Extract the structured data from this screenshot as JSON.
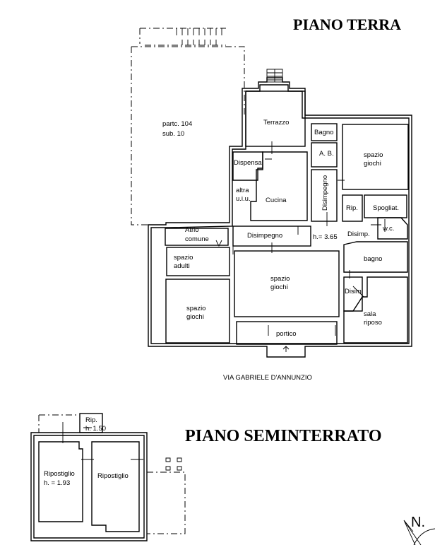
{
  "titles": {
    "ground_floor": "PIANO TERRA",
    "basement": "PIANO SEMINTERRATO",
    "street": "VIA GABRIELE D'ANNUNZIO",
    "north": "N."
  },
  "ground_floor": {
    "parcel": [
      "partc. 104",
      "sub. 10"
    ],
    "terrazzo": "Terrazzo",
    "dispensa": "Dispensa",
    "altra_uiu": [
      "altra",
      "u.i.u."
    ],
    "cucina": "Cucina",
    "bagno_top": "Bagno",
    "ab": "A. B.",
    "disimpegno_vertical": "Disimpegno",
    "spazio_giochi_ne": [
      "spazio",
      "giochi"
    ],
    "rip": "Rip.",
    "spogliat": "Spogliat.",
    "wc": "w.c.",
    "atrio": [
      "Atrio",
      "comune"
    ],
    "disimpegno": "Disimpegno",
    "height": "h.= 3.65",
    "disimp": "Disimp.",
    "spazio_adulti": [
      "spazio",
      "adulti"
    ],
    "spazio_giochi_center": [
      "spazio",
      "giochi"
    ],
    "spazio_giochi_sw": [
      "spazio",
      "giochi"
    ],
    "bagno": "bagno",
    "disim": "Disim.",
    "sala_riposo": [
      "sala",
      "riposo"
    ],
    "portico": "portico"
  },
  "basement": {
    "rip": [
      "Rip.",
      "h. 1.50"
    ],
    "ripostiglio_left": [
      "Ripostiglio",
      "h. = 1.93"
    ],
    "ripostiglio_right": "Ripostiglio"
  }
}
